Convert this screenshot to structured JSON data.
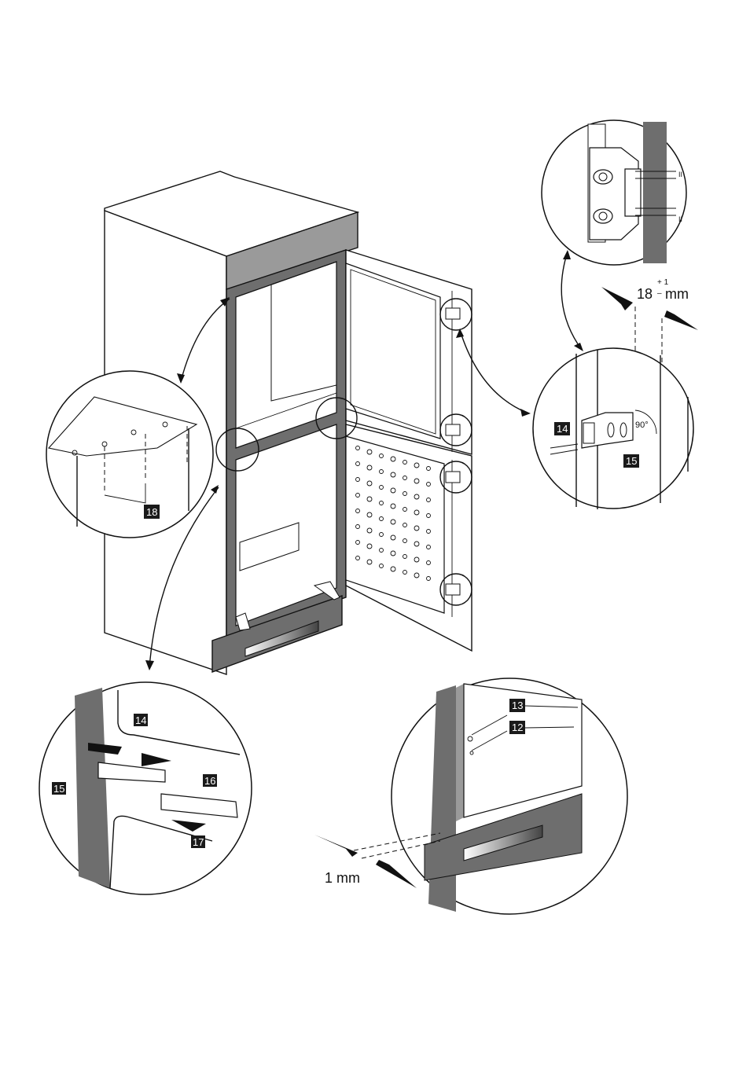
{
  "labels": {
    "l12": "12",
    "l13": "13",
    "l14a": "14",
    "l14b": "14",
    "l15a": "15",
    "l15b": "15",
    "l16": "16",
    "l17": "17",
    "l18": "18"
  },
  "dimensions": {
    "gap_top": "18",
    "gap_tolerance": "+ 1",
    "gap_tolerance_minus": "–",
    "gap_unit": "mm",
    "angle": "90°",
    "bottom_gap": "1 mm",
    "hinge_mark": "II"
  },
  "colors": {
    "panel_dark": "#6e6e6e",
    "panel_mid": "#9a9a9a",
    "panel_light": "#d8d8d8",
    "label_box": "#1a1a1a"
  }
}
